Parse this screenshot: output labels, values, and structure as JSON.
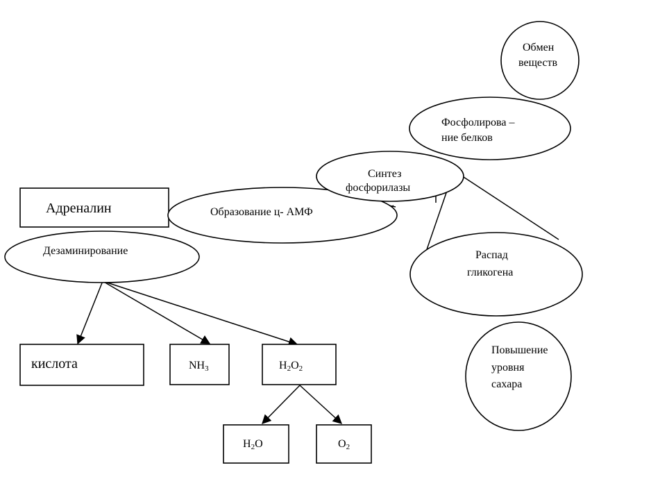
{
  "nodes": {
    "adrenalin": {
      "label": "Адреналин"
    },
    "deamination": {
      "label": "Дезаминирование"
    },
    "camp_formation": {
      "label": "Образование ц- АМФ"
    },
    "phosphorylase_synthesis": {
      "line1": "Синтез",
      "line2": "фосфорилазы"
    },
    "protein_phosphorylation": {
      "line1": "Фосфолирова –",
      "line2": "ние белков"
    },
    "metabolism": {
      "line1": "Обмен",
      "line2": "веществ"
    },
    "glycogen_breakdown": {
      "line1": "Распад",
      "line2": "гликогена"
    },
    "sugar_increase": {
      "line1": "Повышение",
      "line2": "уровня",
      "line3": "сахара"
    },
    "acid": {
      "label": "кислота"
    },
    "nh3": {
      "base": "NH",
      "sub": "3"
    },
    "h2o2": {
      "a": "H",
      "a_sub": "2",
      "b": "O",
      "b_sub": "2"
    },
    "h2o": {
      "a": "H",
      "a_sub": "2",
      "b": "O"
    },
    "o2": {
      "a": "O",
      "a_sub": "2"
    }
  }
}
